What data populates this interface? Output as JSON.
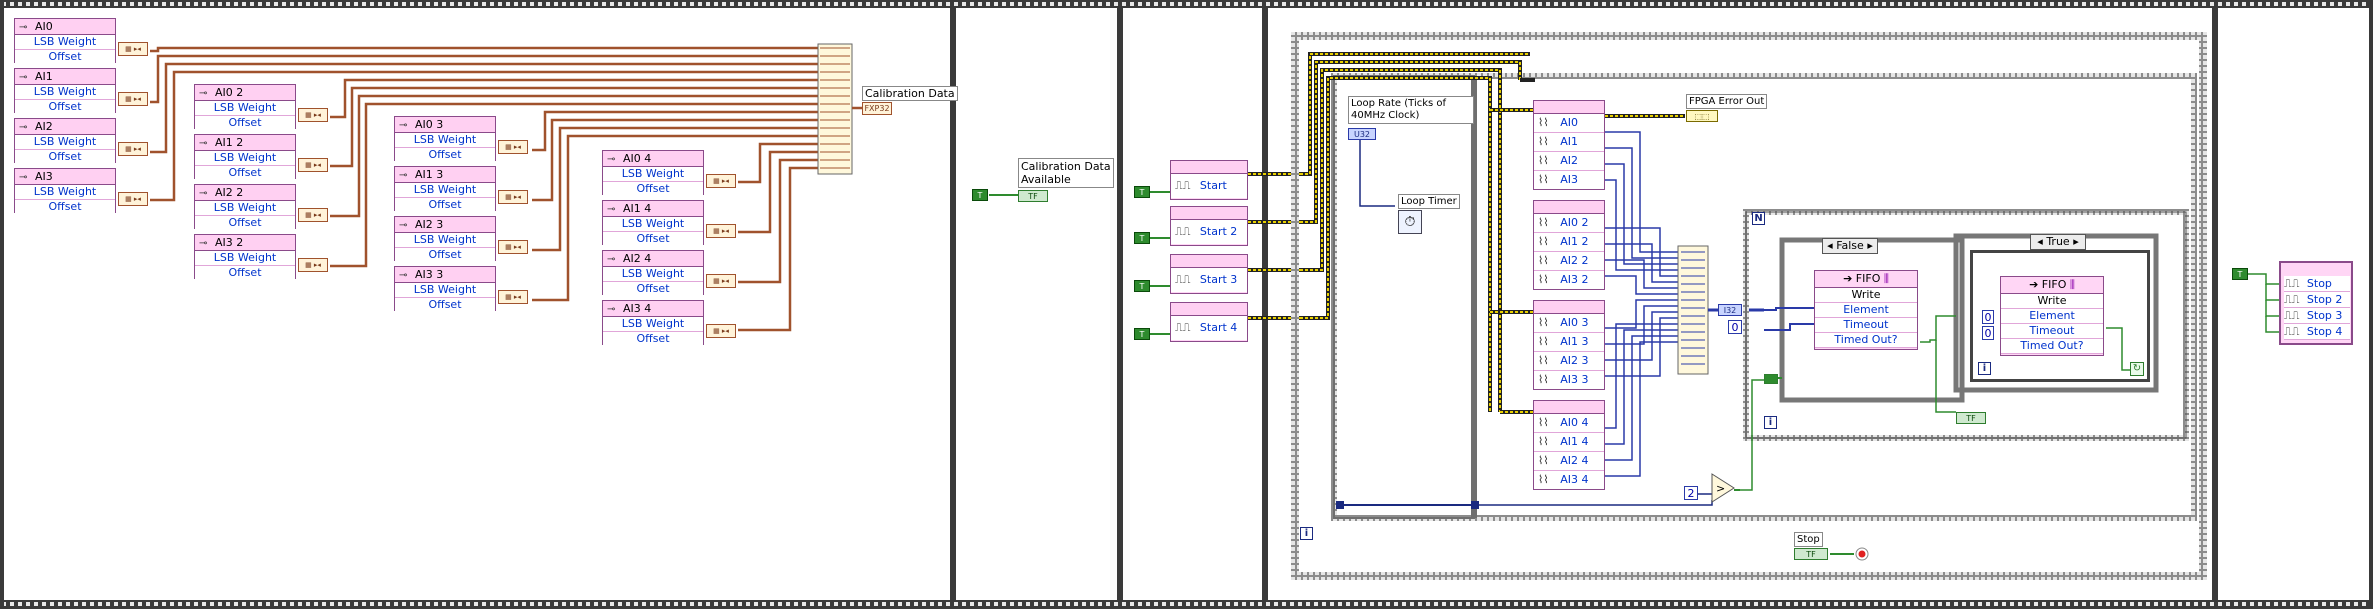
{
  "calibration": {
    "groups": [
      {
        "name": "AI0",
        "weight": "LSB Weight",
        "offset": "Offset"
      },
      {
        "name": "AI1",
        "weight": "LSB Weight",
        "offset": "Offset"
      },
      {
        "name": "AI2",
        "weight": "LSB Weight",
        "offset": "Offset"
      },
      {
        "name": "AI3",
        "weight": "LSB Weight",
        "offset": "Offset"
      },
      {
        "name": "AI0 2",
        "weight": "LSB Weight",
        "offset": "Offset"
      },
      {
        "name": "AI1 2",
        "weight": "LSB Weight",
        "offset": "Offset"
      },
      {
        "name": "AI2 2",
        "weight": "LSB Weight",
        "offset": "Offset"
      },
      {
        "name": "AI3 2",
        "weight": "LSB Weight",
        "offset": "Offset"
      },
      {
        "name": "AI0 3",
        "weight": "LSB Weight",
        "offset": "Offset"
      },
      {
        "name": "AI1 3",
        "weight": "LSB Weight",
        "offset": "Offset"
      },
      {
        "name": "AI2 3",
        "weight": "LSB Weight",
        "offset": "Offset"
      },
      {
        "name": "AI3 3",
        "weight": "LSB Weight",
        "offset": "Offset"
      },
      {
        "name": "AI0 4",
        "weight": "LSB Weight",
        "offset": "Offset"
      },
      {
        "name": "AI1 4",
        "weight": "LSB Weight",
        "offset": "Offset"
      },
      {
        "name": "AI2 4",
        "weight": "LSB Weight",
        "offset": "Offset"
      },
      {
        "name": "AI3 4",
        "weight": "LSB Weight",
        "offset": "Offset"
      }
    ],
    "bundle_label": "Calibration Data",
    "bundle_type": "FXP32"
  },
  "frame2": {
    "label": "Calibration Data Available",
    "const": "T",
    "ind": "TF"
  },
  "frame3": {
    "start_labels": [
      "Start",
      "Start 2",
      "Start 3",
      "Start 4"
    ],
    "const": "T"
  },
  "frame4": {
    "loop_rate_label": "Loop Rate (Ticks of 40MHz Clock)",
    "loop_rate_type": "U32",
    "loop_timer_label": "Loop Timer",
    "fpga_error_label": "FPGA Error Out",
    "io_groups": [
      [
        "AI0",
        "AI1",
        "AI2",
        "AI3"
      ],
      [
        "AI0 2",
        "AI1 2",
        "AI2 2",
        "AI3 2"
      ],
      [
        "AI0 3",
        "AI1 3",
        "AI2 3",
        "AI3 3"
      ],
      [
        "AI0 4",
        "AI1 4",
        "AI2 4",
        "AI3 4"
      ]
    ],
    "i32": "I32",
    "zero": "0",
    "two": "2",
    "n_label": "N",
    "i_label": "i",
    "case_false": "False",
    "case_true": "True",
    "fifo": {
      "title": "FIFO",
      "method": "Write",
      "element": "Element",
      "timeout": "Timeout",
      "timed_out": "Timed Out?"
    },
    "stop_label": "Stop",
    "stop_ind": "TF"
  },
  "frame5": {
    "const": "T",
    "stop_labels": [
      "Stop",
      "Stop 2",
      "Stop 3",
      "Stop 4"
    ]
  }
}
